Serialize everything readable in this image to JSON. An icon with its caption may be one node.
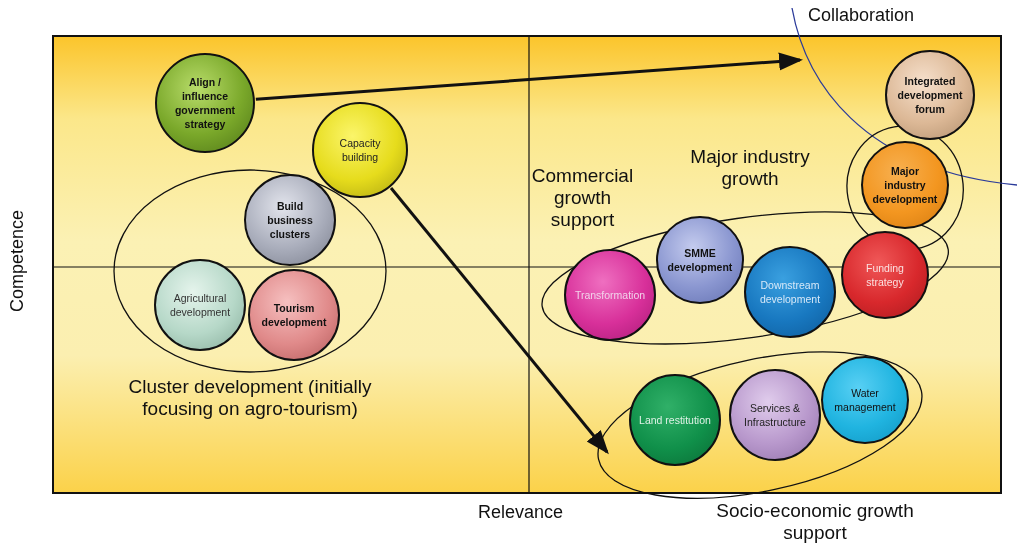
{
  "diagram": {
    "nodes": [
      {
        "text": [
          "Align / influence government strategy"
        ]
      },
      {
        "text": [
          "Capacity building"
        ]
      },
      {
        "text": [
          "Cluster development (initially focusing on agro-tourism)"
        ]
      },
      {
        "text": [
          "Build business clusters"
        ],
        "in": 2
      },
      {
        "text": [
          "Agricultural development"
        ],
        "in": 2
      },
      {
        "text": [
          "Tourism development"
        ],
        "in": 2
      },
      {
        "text": [
          "Integrated development forum"
        ]
      },
      {
        "text": [
          "Major industry growth"
        ]
      },
      {
        "text": [
          "Major industry development"
        ],
        "in": 7
      },
      {
        "text": [
          "Commercial growth support"
        ]
      },
      {
        "text": [
          "SMME development"
        ],
        "in": 9
      },
      {
        "text": [
          "Transformation"
        ],
        "in": 9
      },
      {
        "text": [
          "Downstream development"
        ],
        "in": 9
      },
      {
        "text": [
          "Funding strategy"
        ],
        "in": 9
      },
      {
        "text": [
          "Socio-economic growth support"
        ]
      },
      {
        "text": [
          "Land restitution"
        ],
        "in": 14
      },
      {
        "text": [
          "Services & Infrastructure"
        ],
        "in": 14
      },
      {
        "text": [
          "Water management"
        ],
        "in": 14
      }
    ],
    "edges": [
      {
        "from": 0,
        "to": null,
        "arrow": "to"
      },
      {
        "from": 1,
        "to": 14,
        "arrow": "to"
      }
    ],
    "labels": [
      "Collaboration",
      "Competence",
      "Relevance"
    ]
  }
}
